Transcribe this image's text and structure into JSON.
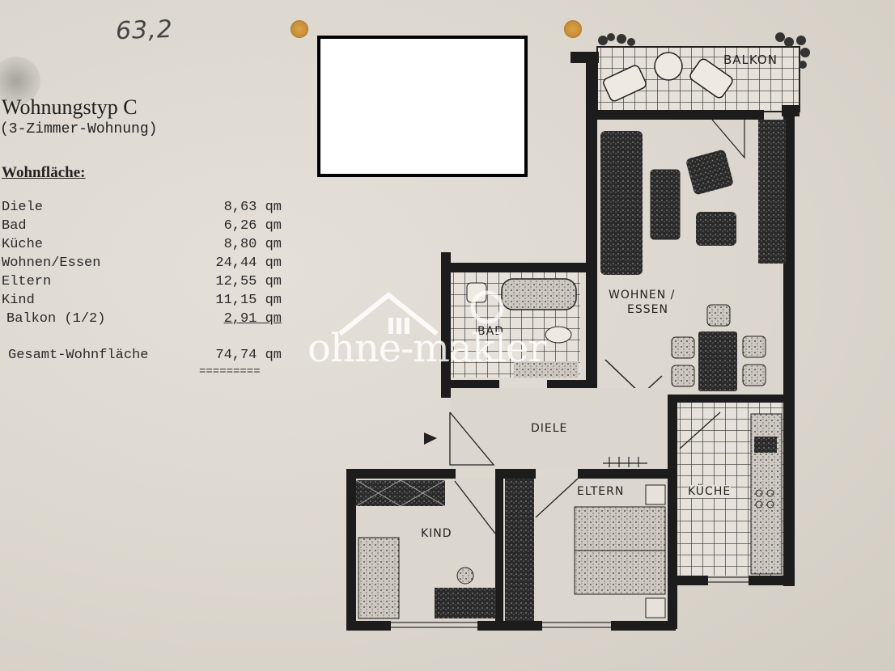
{
  "document": {
    "handwritten_note": "63,2",
    "title": "Wohnungstyp C",
    "subtitle": "(3-Zimmer-Wohnung)",
    "section_heading": "Wohnfläche:",
    "area_rows": [
      {
        "label": "Diele",
        "value": "8,63 qm"
      },
      {
        "label": "Bad",
        "value": "6,26 qm"
      },
      {
        "label": "Küche",
        "value": "8,80 qm"
      },
      {
        "label": "Wohnen/Essen",
        "value": "24,44 qm"
      },
      {
        "label": "Eltern",
        "value": "12,55 qm"
      },
      {
        "label": "Kind",
        "value": "11,15 qm"
      },
      {
        "label": "Balkon (1/2)",
        "value": "2,91 qm"
      }
    ],
    "total": {
      "label": "Gesamt-Wohnfläche",
      "value": "74,74 qm",
      "underline": "========="
    }
  },
  "floorplan": {
    "rooms": {
      "balkon": "BALKON",
      "wohnen_line1": "WOHNEN /",
      "wohnen_line2": "ESSEN",
      "bad": "BAD",
      "diele": "DIELE",
      "kind": "KIND",
      "eltern": "ELTERN",
      "kueche": "KÜCHE"
    }
  },
  "watermark": {
    "text": "ohne-makler"
  },
  "colors": {
    "paper": "#dcd7ce",
    "ink": "#1a1a1a",
    "hole": "#c98d35",
    "redaction": "#ffffff"
  }
}
